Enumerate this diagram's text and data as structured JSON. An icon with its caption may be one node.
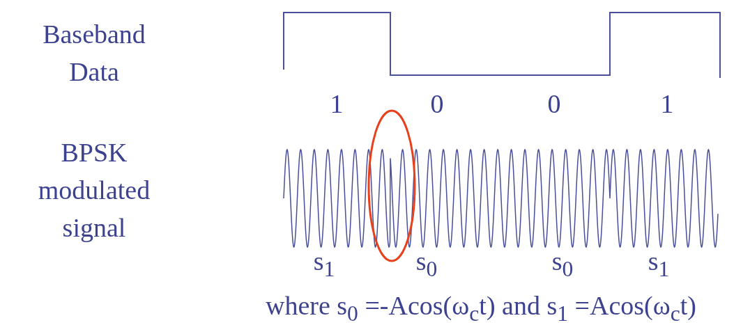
{
  "diagram": {
    "caption": "where s$_{0}$ =-Acos(ω$_{c}$t) and s$_{1}$ =Acos(ω$_{c}$t)",
    "labels": [
      "Baseband Data",
      "1",
      "0",
      "0",
      "1",
      "BPSK modulated signal",
      "s$_{1}$",
      "s$_{0}$",
      "s$_{0}$",
      "s$_{1}$"
    ]
  }
}
